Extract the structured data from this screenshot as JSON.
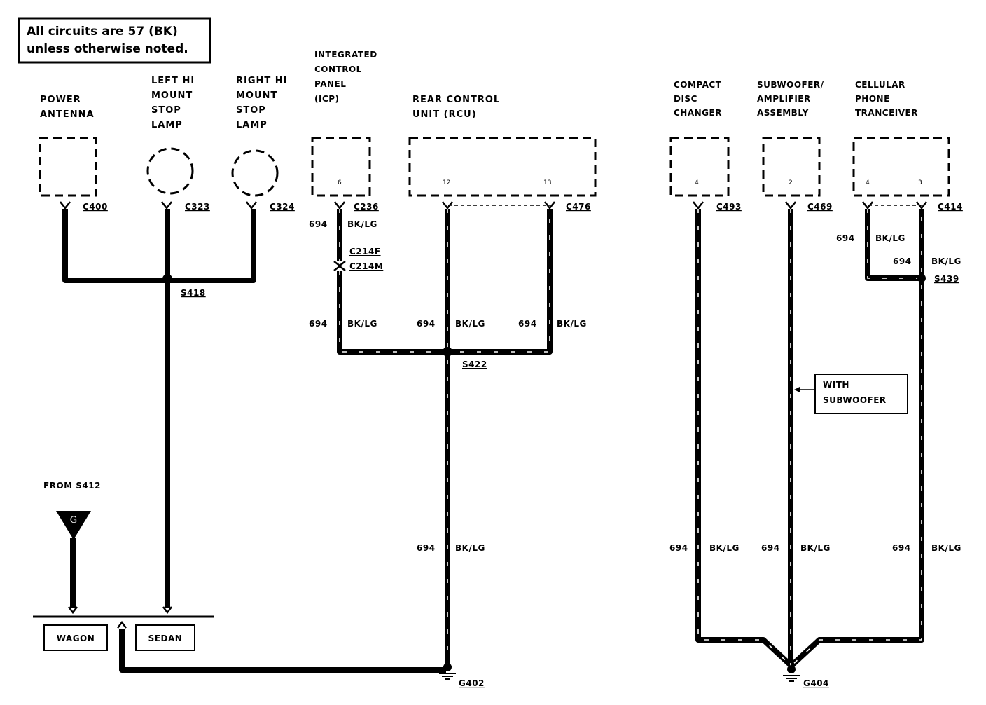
{
  "note": {
    "line1": "All circuits are 57 (BK)",
    "line2": "unless otherwise noted."
  },
  "components": {
    "power_antenna": [
      "POWER",
      "ANTENNA"
    ],
    "left_hmsl": [
      "LEFT HI",
      "MOUNT",
      "STOP",
      "LAMP"
    ],
    "right_hmsl": [
      "RIGHT HI",
      "MOUNT",
      "STOP",
      "LAMP"
    ],
    "icp": [
      "INTEGRATED",
      "CONTROL",
      "PANEL",
      "(ICP)"
    ],
    "rcu": [
      "REAR CONTROL",
      "UNIT (RCU)"
    ],
    "cd_changer": [
      "COMPACT",
      "DISC",
      "CHANGER"
    ],
    "subwoofer": [
      "SUBWOOFER/",
      "AMPLIFIER",
      "ASSEMBLY"
    ],
    "cell_phone": [
      "CELLULAR",
      "PHONE",
      "TRANCEIVER"
    ]
  },
  "pins": {
    "icp": "6",
    "rcu_a": "12",
    "rcu_b": "13",
    "cd": "4",
    "sub": "2",
    "cell_a": "4",
    "cell_b": "3"
  },
  "connectors": {
    "c400": "C400",
    "c323": "C323",
    "c324": "C324",
    "c236": "C236",
    "c476": "C476",
    "c493": "C493",
    "c469": "C469",
    "c414": "C414",
    "c214f": "C214F",
    "c214m": "C214M"
  },
  "splices": {
    "s418": "S418",
    "s422": "S422",
    "s439": "S439",
    "from": "FROM S412"
  },
  "grounds": {
    "g402": "G402",
    "g404": "G404",
    "g_symbol": "G"
  },
  "circuit": {
    "number": "694",
    "color": "BK/LG"
  },
  "options": {
    "wagon": "WAGON",
    "sedan": "SEDAN",
    "with_sub": [
      "WITH",
      "SUBWOOFER"
    ]
  }
}
